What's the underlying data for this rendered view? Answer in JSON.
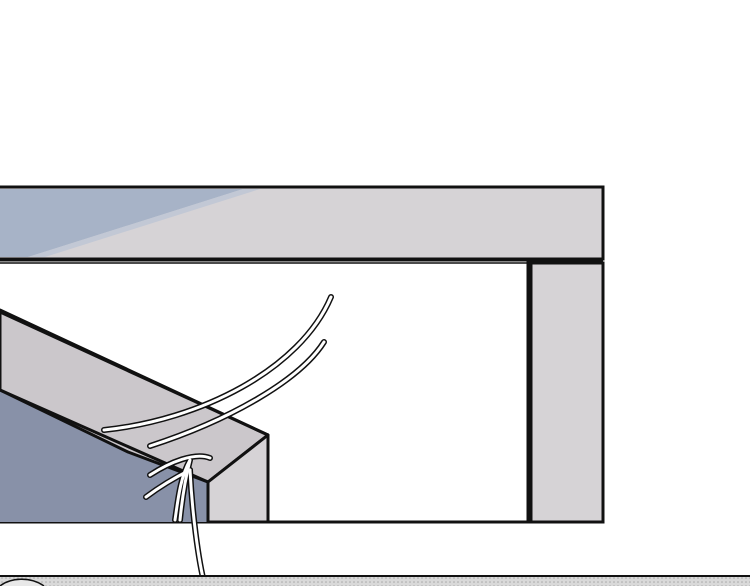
{
  "panel": {
    "kind": "illustration",
    "palette": {
      "background": "#ffffff",
      "outline": "#111111",
      "panel_gray": "#d6d3d6",
      "sky_blue": "#a7b3c7",
      "sky_light": "#bdc5d4",
      "shadow_blue": "#8891a8",
      "wire": "#ffffff"
    },
    "icons": [
      "window-frame",
      "desk-corner",
      "power-cables",
      "floor-strip"
    ]
  }
}
